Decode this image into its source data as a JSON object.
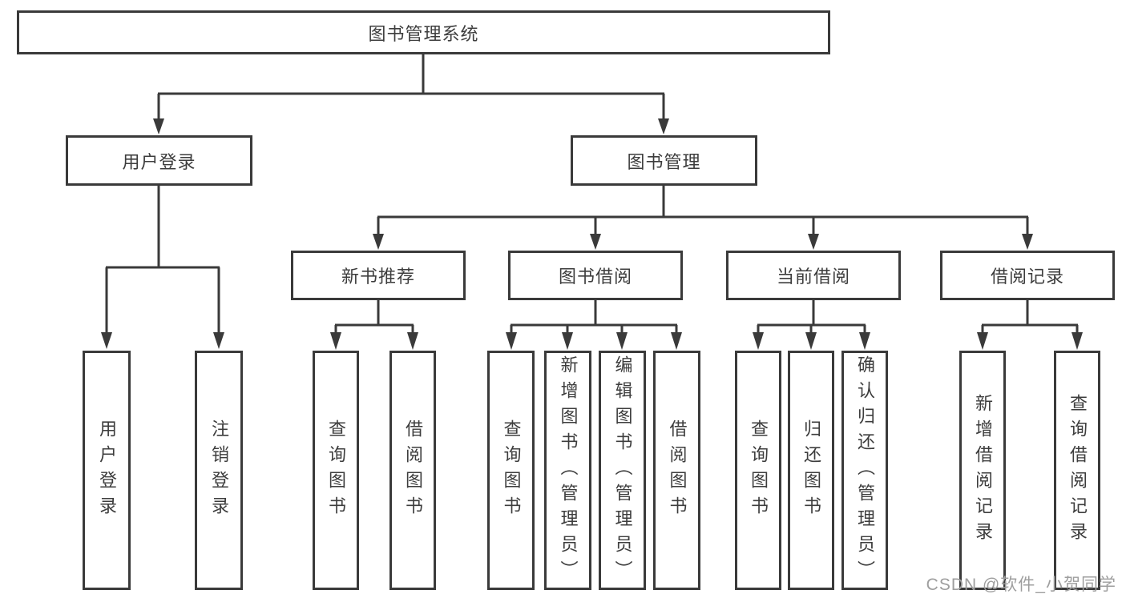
{
  "diagram": {
    "type": "hierarchy-tree",
    "root": "图书管理系统",
    "level2": {
      "user_login": "用户登录",
      "book_mgmt": "图书管理"
    },
    "level3": {
      "new_book_rec": "新书推荐",
      "book_borrow": "图书借阅",
      "current_borrow": "当前借阅",
      "borrow_record": "借阅记录"
    },
    "leaves": {
      "user_login": [
        "用户登录",
        "注销登录"
      ],
      "new_book_rec": [
        "查询图书",
        "借阅图书"
      ],
      "book_borrow": [
        "查询图书",
        "新增图书（管理员）",
        "编辑图书（管理员）",
        "借阅图书"
      ],
      "current_borrow": [
        "查询图书",
        "归还图书",
        "确认归还（管理员）"
      ],
      "borrow_record": [
        "新增借阅记录",
        "查询借阅记录"
      ]
    },
    "colors": {
      "line": "#3a3a3a",
      "text": "#3d3d3d",
      "background": "#ffffff",
      "watermark": "#9e9e9e"
    }
  },
  "watermark": "CSDN @软件_小贺同学"
}
